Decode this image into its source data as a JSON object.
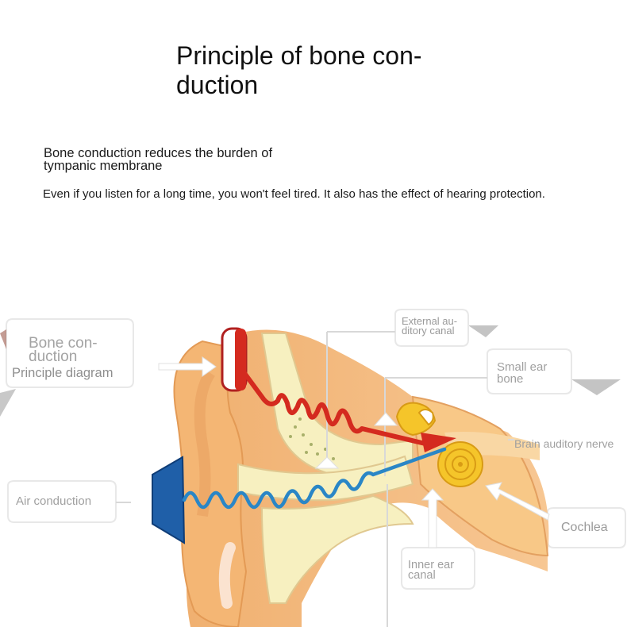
{
  "header": {
    "title_line1": "Principle of bone con-",
    "title_line2": "duction"
  },
  "subheading": {
    "line1": "Bone conduction reduces the burden of",
    "line2": "tympanic membrane"
  },
  "body_text": "Even if you listen for a long time, you won't feel tired. It also has the effect of hearing protection.",
  "diagram": {
    "labels": {
      "bone_conduction_line1": "Bone con-",
      "bone_conduction_line2": "duction",
      "principle_diagram": "Principle diagram",
      "external_canal_line1": "External au-",
      "external_canal_line2": "ditory canal",
      "small_ear_bone_line1": "Small ear",
      "small_ear_bone_line2": "bone",
      "brain_auditory_nerve": "Brain auditory nerve",
      "air_conduction": "Air conduction",
      "cochlea": "Cochlea",
      "inner_ear_canal_line1": "Inner ear",
      "inner_ear_canal_line2": "canal"
    },
    "colors": {
      "skin": "#f2b878",
      "skin_light": "#fbe3bd",
      "bone": "#f7f0c0",
      "bone_conduction_wave": "#d42a1f",
      "air_conduction_wave": "#2a86c6",
      "speaker": "#1f5fa8",
      "cochlea": "#f2c51e"
    },
    "icons": [
      "bone-conduction-transducer-icon",
      "air-speaker-icon",
      "cochlea-icon"
    ]
  }
}
